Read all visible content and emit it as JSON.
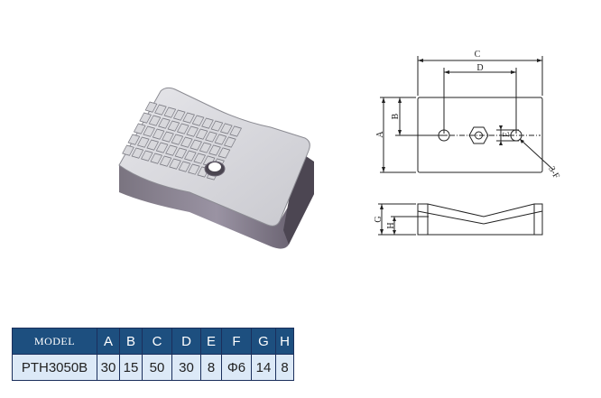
{
  "drawing_labels": {
    "c": "C",
    "d": "D",
    "a": "A",
    "b": "B",
    "e": "E",
    "f": "3-F",
    "g": "G",
    "h": "H"
  },
  "table": {
    "headers": [
      "MODEL",
      "A",
      "B",
      "C",
      "D",
      "E",
      "F",
      "G",
      "H"
    ],
    "row": [
      "PTH3050B",
      "30",
      "15",
      "50",
      "30",
      "8",
      "Φ6",
      "14",
      "8"
    ]
  }
}
